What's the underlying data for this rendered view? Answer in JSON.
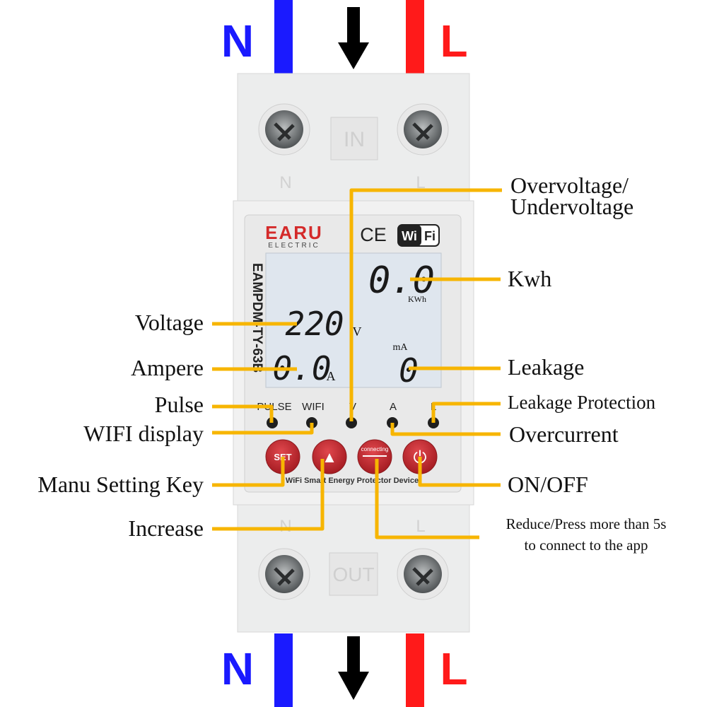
{
  "wires": {
    "top_left_letter": "N",
    "top_right_letter": "L",
    "bottom_left_letter": "N",
    "bottom_right_letter": "L",
    "neutral_color": "#1a1aff",
    "live_color": "#ff1a1a"
  },
  "device": {
    "terminal_top_left": "N",
    "terminal_top_right": "L",
    "terminal_bottom_left": "N",
    "terminal_bottom_right": "L",
    "in_label": "IN",
    "out_label": "OUT",
    "brand": "EARU",
    "brand_sub": "ELECTRIC",
    "ce_mark": "CE",
    "wifi_badge_a": "Wi",
    "wifi_badge_b": "Fi",
    "model": "EAMPDM-TY-63B",
    "lcd": {
      "kwh_value": "0.0",
      "kwh_unit": "KWh",
      "voltage_value": "220",
      "voltage_unit": "V",
      "ampere_value": "0.0",
      "ampere_unit": "A",
      "leakage_unit": "mA",
      "leakage_value": "0"
    },
    "indicators": [
      "PULSE",
      "WIFI",
      "V",
      "A",
      "L"
    ],
    "buttons": {
      "set": "SET",
      "up": "▲",
      "connecting": "connecting",
      "power": "⏻"
    },
    "footer": "WiFi Smart Energy Protector Device"
  },
  "callouts": {
    "overvoltage_line1": "Overvoltage/",
    "overvoltage_line2": "Undervoltage",
    "kwh": "Kwh",
    "voltage": "Voltage",
    "ampere": "Ampere",
    "leakage": "Leakage",
    "pulse": "Pulse",
    "leakage_protection": "Leakage Protection",
    "wifi_display": "WIFI display",
    "overcurrent": "Overcurrent",
    "menu_setting_key": "Manu Setting Key",
    "on_off": "ON/OFF",
    "increase": "Increase",
    "reduce_line1": "Reduce/Press more than 5s",
    "reduce_line2": "to connect to the app"
  },
  "colors": {
    "leader": "#f7b500",
    "button_red": "#c4262e",
    "lcd_bg": "#dfe6ee"
  }
}
